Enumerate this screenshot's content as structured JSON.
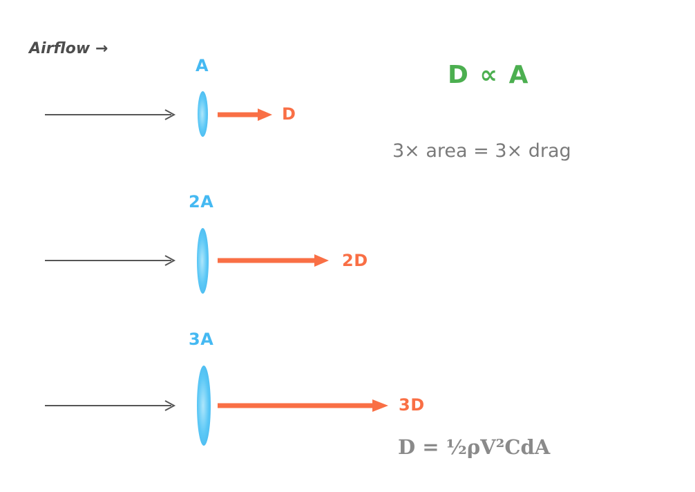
{
  "header": {
    "airflow_label": "Airflow →"
  },
  "equations": {
    "proportionality": "D ∝ A",
    "relation": "3× area = 3× drag",
    "formula": "D = ½ρV²CdA"
  },
  "rows": [
    {
      "area_label": "A",
      "drag_label": "D"
    },
    {
      "area_label": "2A",
      "drag_label": "2D"
    },
    {
      "area_label": "3A",
      "drag_label": "3D"
    }
  ],
  "colors": {
    "area_accent": "#45b9f2",
    "drag_accent": "#f96f45",
    "proportionality_accent": "#4caf50",
    "text_gray": "#7a7a7a",
    "arrow_gray": "#555555",
    "disk_blue": "#5cc8f6"
  }
}
